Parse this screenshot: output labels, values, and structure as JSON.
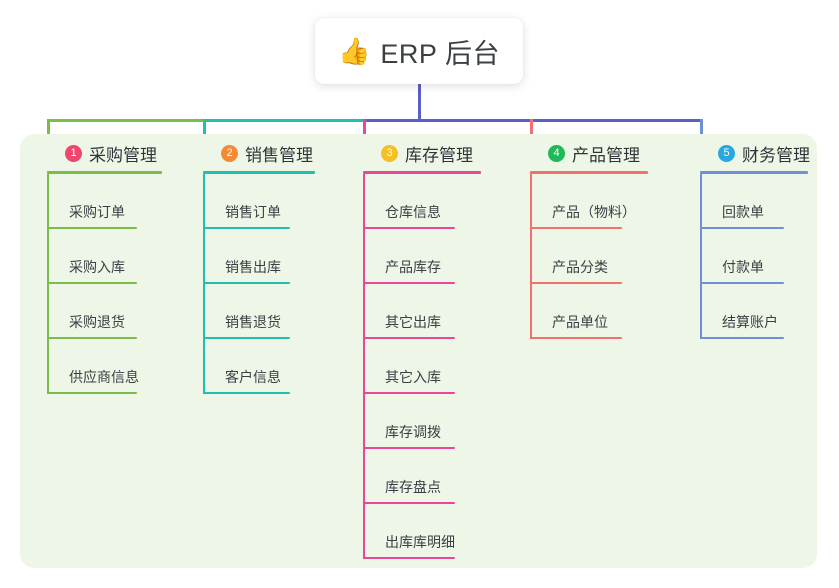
{
  "root": {
    "icon": "thumbs-up",
    "icon_glyph": "👍",
    "title": "ERP 后台"
  },
  "palette": {
    "page_background": "#ffffff",
    "panel_background": "#eef7e7",
    "root_card_background": "#ffffff",
    "root_text": "#3c4043",
    "bus_purple": "#5b5fc7",
    "col1": "#79bd4a",
    "col2": "#21bfb0",
    "col3": "#e8489a",
    "col4": "#f4706e",
    "col5": "#6f8fd6",
    "badge1": "#f0466b",
    "badge2": "#f58a34",
    "badge3": "#f5c023",
    "badge4": "#21b85a",
    "badge5": "#29a8e0"
  },
  "columns": [
    {
      "number": "1",
      "title": "采购管理",
      "badge_color": "#f0466b",
      "line_color": "#79bd4a",
      "items": [
        "采购订单",
        "采购入库",
        "采购退货",
        "供应商信息"
      ]
    },
    {
      "number": "2",
      "title": "销售管理",
      "badge_color": "#f58a34",
      "line_color": "#21bfb0",
      "items": [
        "销售订单",
        "销售出库",
        "销售退货",
        "客户信息"
      ]
    },
    {
      "number": "3",
      "title": "库存管理",
      "badge_color": "#f5c023",
      "line_color": "#e8489a",
      "items": [
        "仓库信息",
        "产品库存",
        "其它出库",
        "其它入库",
        "库存调拨",
        "库存盘点",
        "出库库明细"
      ]
    },
    {
      "number": "4",
      "title": "产品管理",
      "badge_color": "#21b85a",
      "line_color": "#f4706e",
      "items": [
        "产品（物料）",
        "产品分类",
        "产品单位"
      ]
    },
    {
      "number": "5",
      "title": "财务管理",
      "badge_color": "#29a8e0",
      "line_color": "#6f8fd6",
      "items": [
        "回款单",
        "付款单",
        "结算账户"
      ]
    }
  ]
}
